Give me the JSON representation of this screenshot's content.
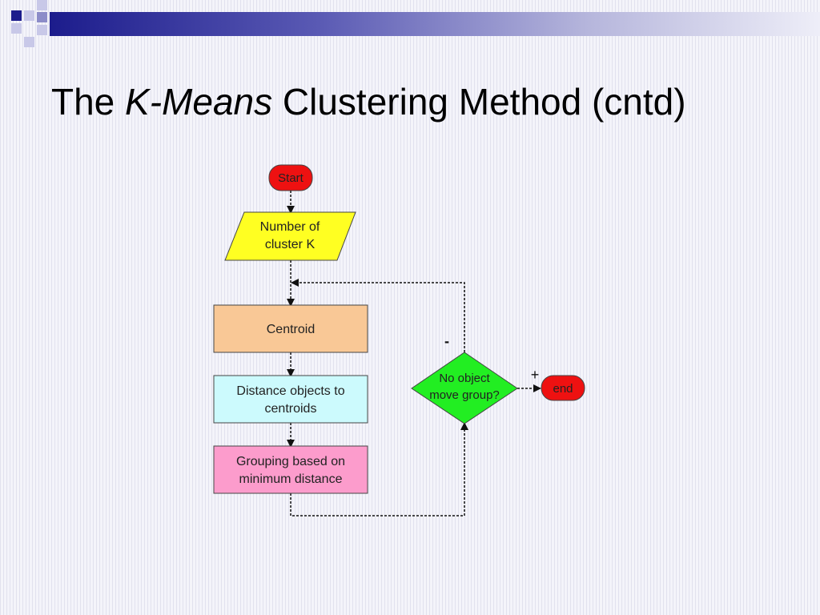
{
  "slide": {
    "title_prefix": "The ",
    "title_emphasis": "K-Means",
    "title_suffix": " Clustering Method (cntd)"
  },
  "flowchart": {
    "start": "Start",
    "input": {
      "line1": "Number of",
      "line2": "cluster K"
    },
    "centroid": "Centroid",
    "distance": {
      "line1": "Distance objects to",
      "line2": "centroids"
    },
    "grouping": {
      "line1": "Grouping based on",
      "line2": "minimum distance"
    },
    "decision": {
      "line1": "No object",
      "line2": "move group?"
    },
    "end": "end",
    "label_minus": "-",
    "label_plus": "+"
  },
  "colors": {
    "start": "#ee1111",
    "input": "#ffff22",
    "centroid": "#f9c896",
    "distance": "#ccfafd",
    "grouping": "#fc9ccc",
    "decision": "#22ee22",
    "end": "#ee1111",
    "accent_dark": "#1c1c8c"
  }
}
